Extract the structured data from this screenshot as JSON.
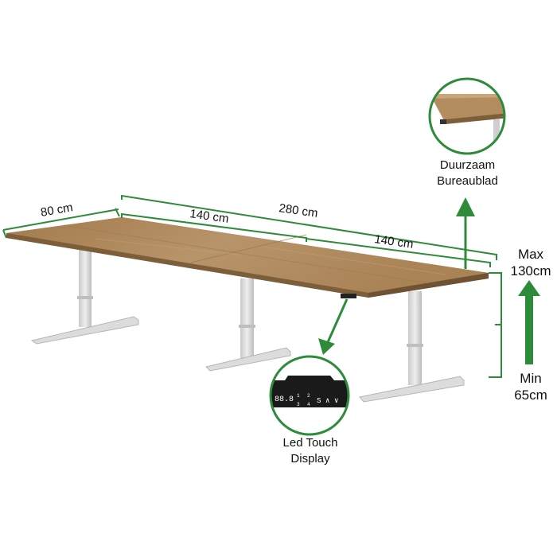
{
  "dimensions": {
    "depth": "80 cm",
    "segment_left": "140 cm",
    "total_length": "280 cm",
    "segment_right": "140 cm"
  },
  "height": {
    "max_label": "Max",
    "max_value": "130cm",
    "min_label": "Min",
    "min_value": "65cm"
  },
  "callouts": {
    "tabletop_line1": "Duurzaam",
    "tabletop_line2": "Bureaublad",
    "display_line1": "Led Touch",
    "display_line2": "Display"
  },
  "control_panel": {
    "readout": "88.8",
    "memory_1": "1",
    "memory_2": "2",
    "memory_3": "3",
    "memory_4": "4",
    "save": "S",
    "up": "∧",
    "down": "∨"
  },
  "colors": {
    "accent_green": "#2e8b3a",
    "wood": "#b08a5c",
    "frame": "#d9d9d9",
    "panel": "#1a1a1a"
  }
}
